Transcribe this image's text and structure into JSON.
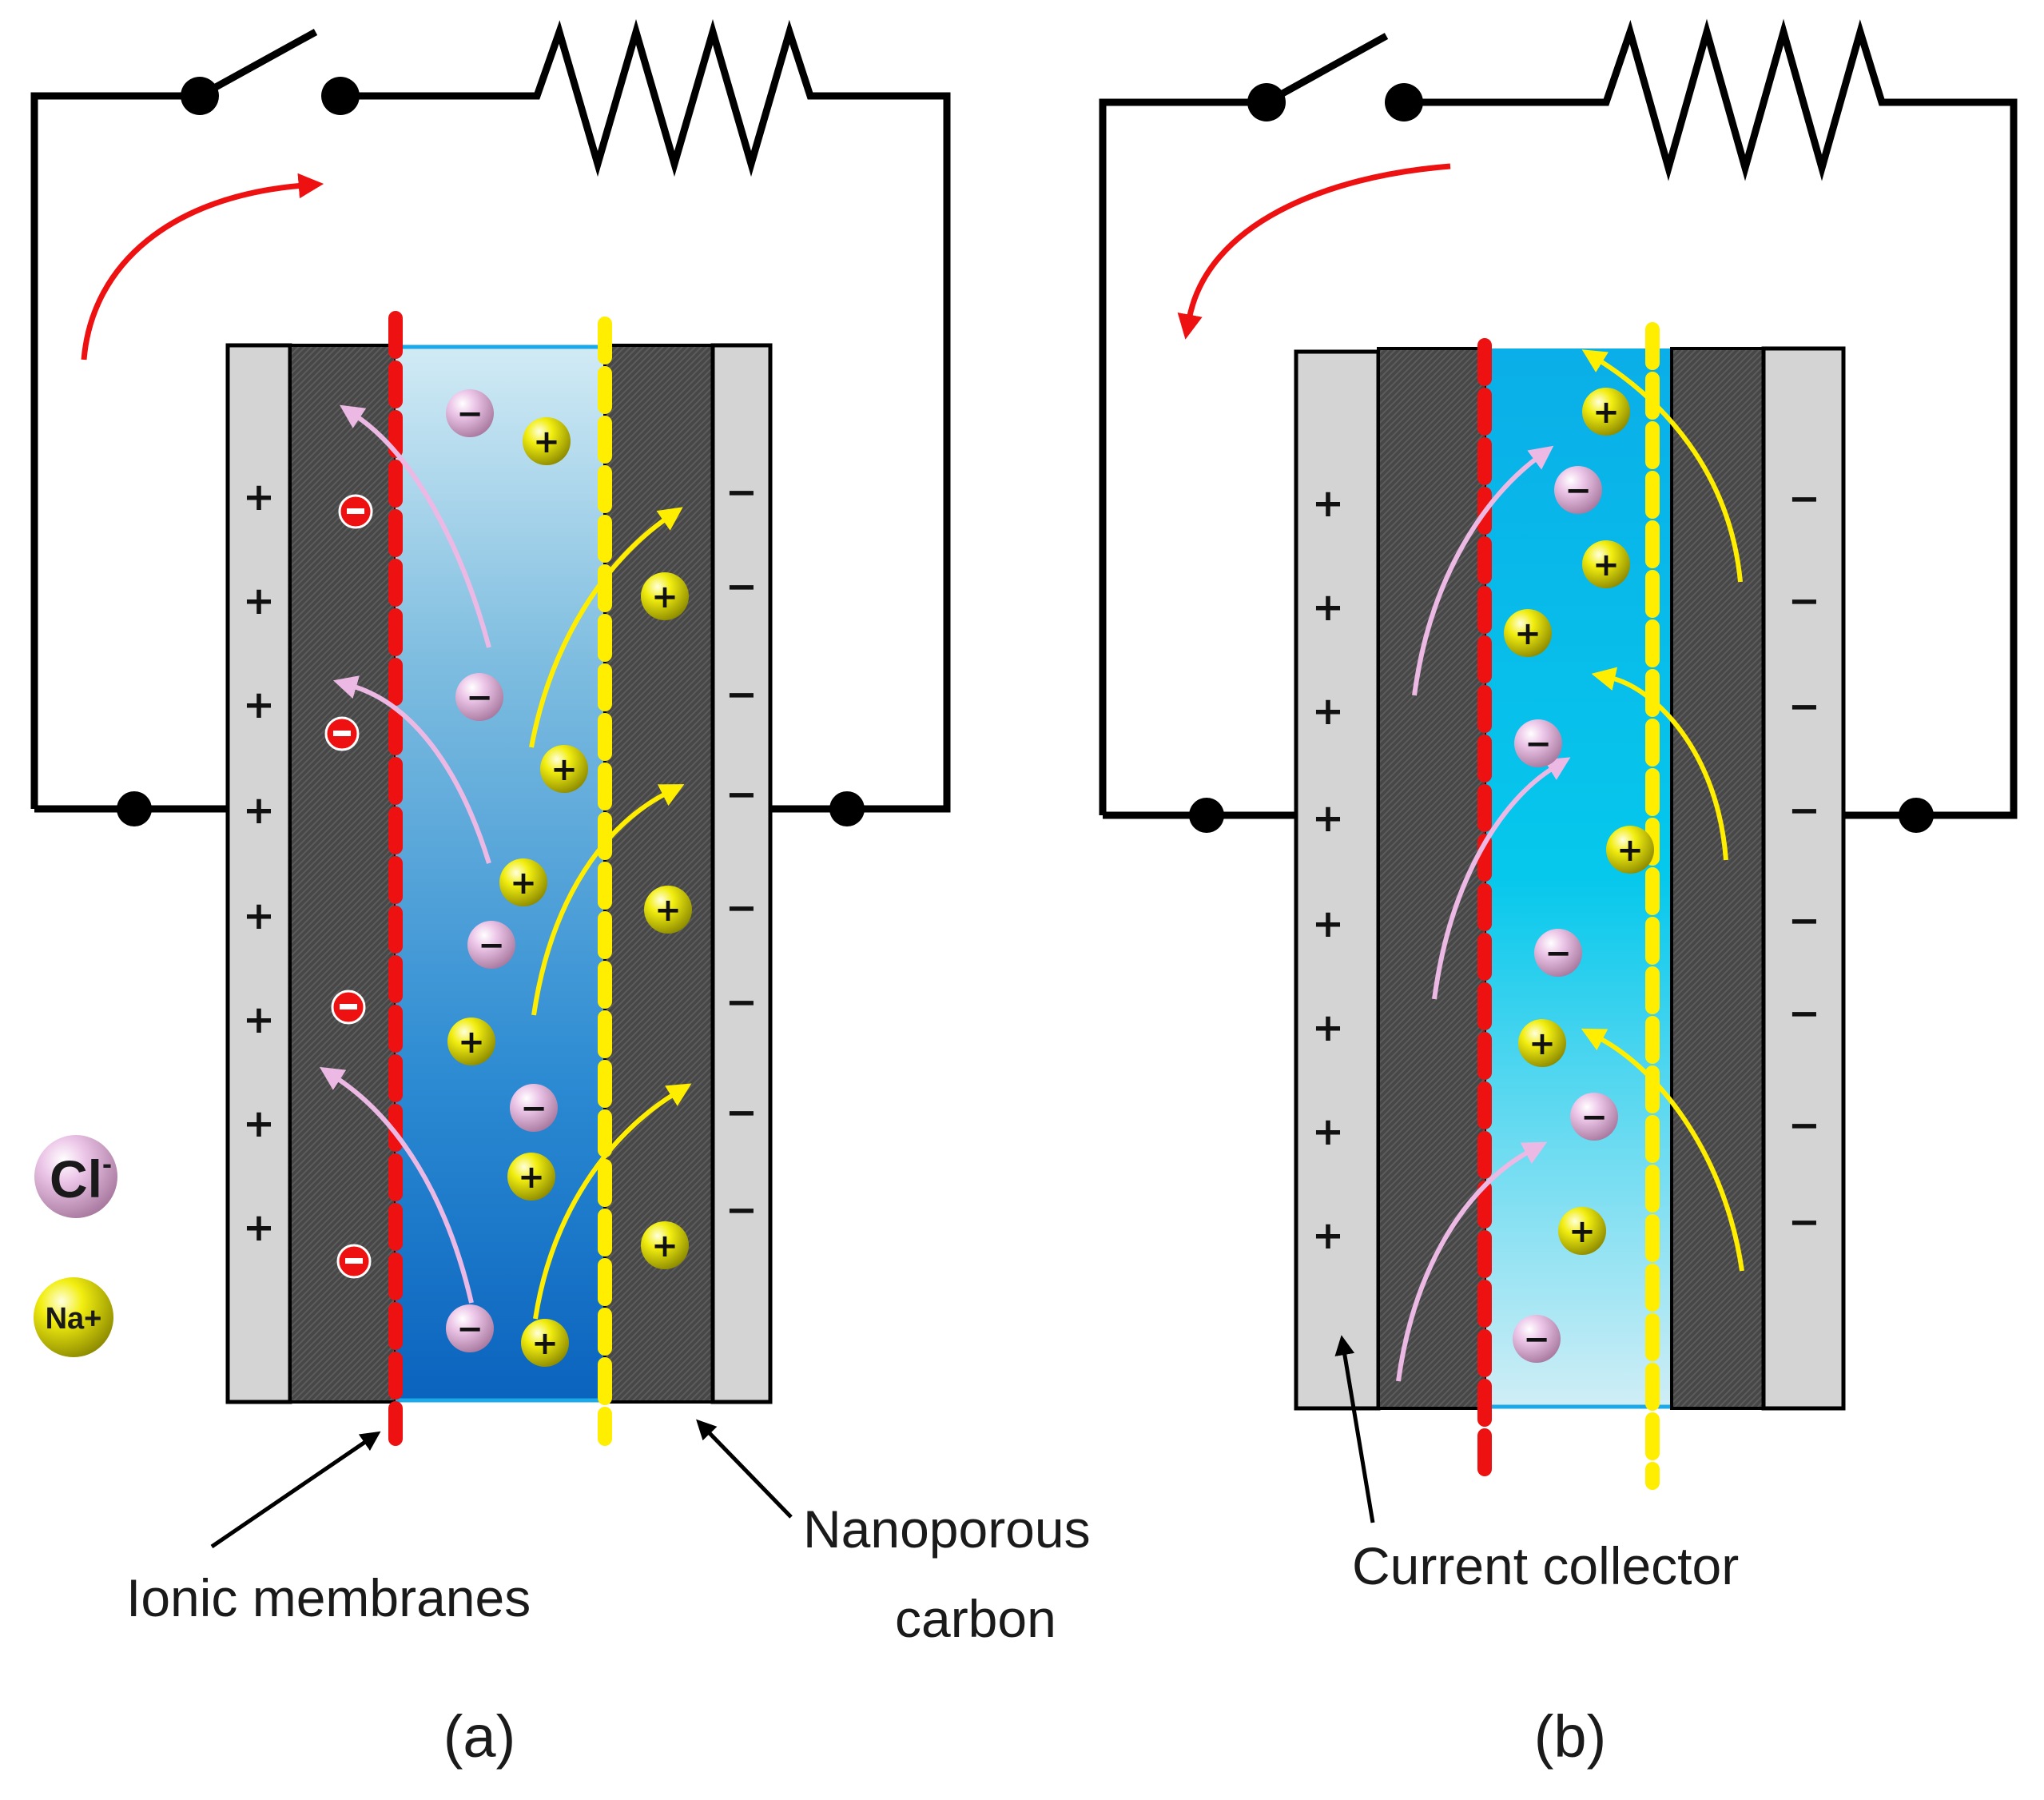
{
  "panels": [
    {
      "id": "a",
      "caption": "(a)",
      "collector_left_signs": [
        "+",
        "+",
        "+",
        "+",
        "+",
        "+",
        "+",
        "+"
      ],
      "collector_right_signs": [
        "−",
        "−",
        "−",
        "−",
        "−",
        "−",
        "−",
        "−"
      ],
      "ion_sign_cation": "+",
      "ion_sign_anion": "−",
      "annotation_left": "Ionic membranes",
      "annotation_right_line1": "Nanoporous",
      "annotation_right_line2": "carbon"
    },
    {
      "id": "b",
      "caption": "(b)",
      "collector_left_signs": [
        "+",
        "+",
        "+",
        "+",
        "+",
        "+",
        "+",
        "+"
      ],
      "collector_right_signs": [
        "−",
        "−",
        "−",
        "−",
        "−",
        "−",
        "−",
        "−"
      ],
      "annotation_left": "Current collector"
    }
  ],
  "legend": {
    "chloride": {
      "symbol": "Cl",
      "superscript": "-"
    },
    "sodium": {
      "symbol": "Na+"
    }
  },
  "colors": {
    "chloride_ion": "#e3b3dd",
    "sodium_ion": "#e5e000",
    "anion_membrane": "#ee1111",
    "cation_membrane": "#ffee00",
    "current_arrow": "#ee1111",
    "carbon_electrode": "#4a4a4a",
    "collector": "#d4d4d4",
    "electrolyte_a": "#0a74c8",
    "electrolyte_b": "#05b8ea"
  }
}
